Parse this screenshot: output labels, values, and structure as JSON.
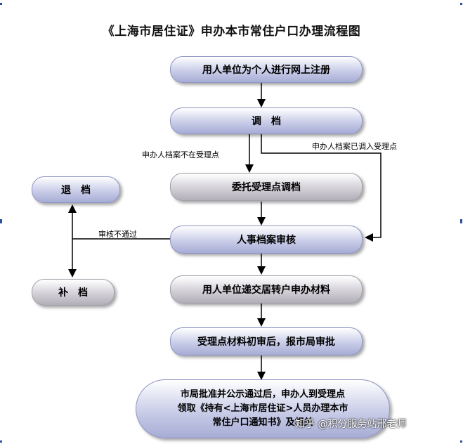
{
  "title": "《上海市居住证》申办本市常住户口办理流程图",
  "steps": {
    "register": "用人单位为个人进行网上注册",
    "transfer": "调　档",
    "entrust": "委托受理点调档",
    "review": "人事档案审核",
    "submit": "用人单位递交居转户申办材料",
    "preliminary": "受理点材料初审后，报市局审批",
    "final_line1": "市局批准并公示通过后，申办人到受理点",
    "final_line2": "领取《持有<上海市居住证>人员办理本市",
    "final_line3": "常住户口通知书》及相关"
  },
  "side": {
    "return": "退　档",
    "supplement": "补　档"
  },
  "labels": {
    "not_in": "申办人档案不在受理点",
    "already_in": "申办人档案已调入受理点",
    "fail": "审核不通过"
  },
  "watermark": "知乎 @积分服务站邢老师",
  "colors": {
    "blue_box": "#b8bce0",
    "gray_box": "#c6c2cb",
    "line": "#000000"
  }
}
